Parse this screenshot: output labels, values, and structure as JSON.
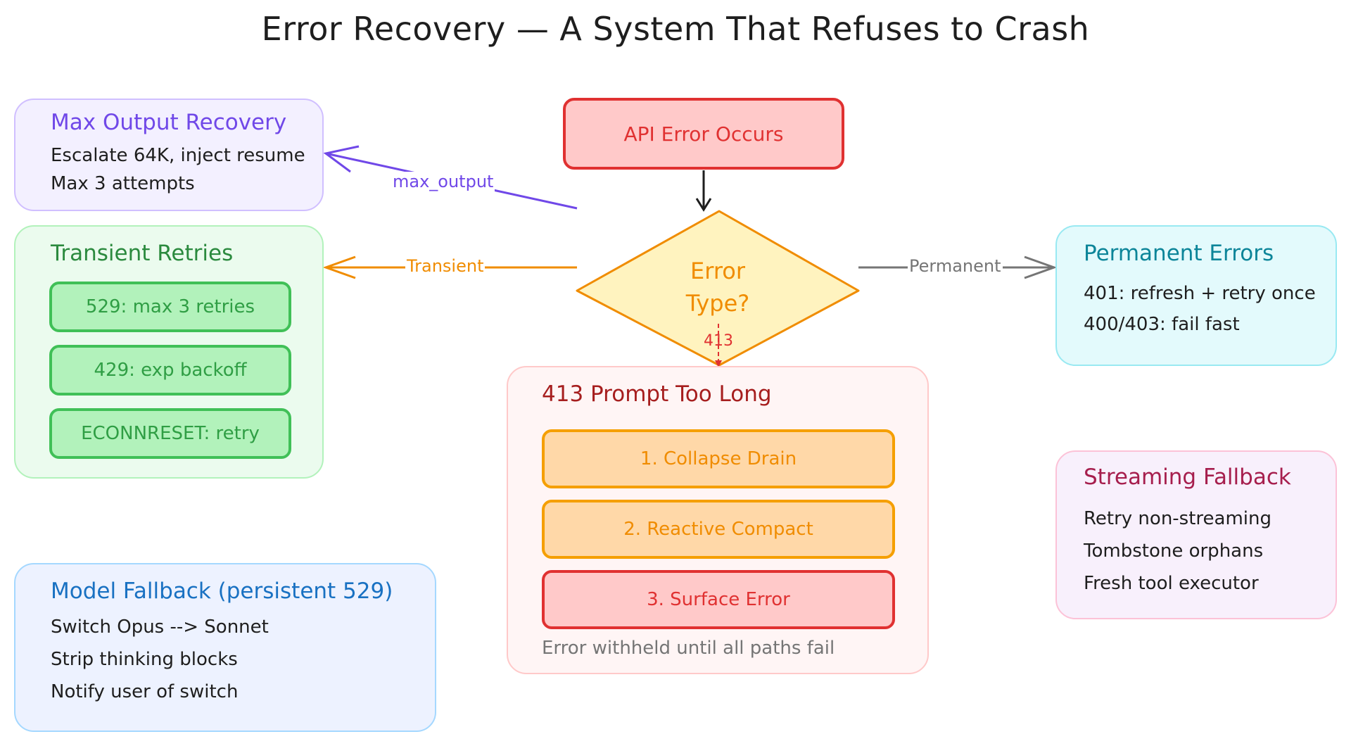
{
  "title": "Error Recovery — A System That Refuses to Crash",
  "nodes": {
    "api_error": "API Error Occurs",
    "decision_line1": "Error",
    "decision_line2": "Type?"
  },
  "edges": {
    "max_output": "max_output",
    "transient": "Transient",
    "permanent": "Permanent",
    "code_413": "413"
  },
  "max_output_panel": {
    "title": "Max Output Recovery",
    "lines": [
      "Escalate 64K, inject resume",
      "Max 3 attempts"
    ]
  },
  "transient_panel": {
    "title": "Transient Retries",
    "items": [
      "529: max 3 retries",
      "429: exp backoff",
      "ECONNRESET: retry"
    ]
  },
  "permanent_panel": {
    "title": "Permanent Errors",
    "lines": [
      "401: refresh + retry once",
      "400/403: fail fast"
    ]
  },
  "prompt_panel": {
    "title": "413 Prompt Too Long",
    "steps": [
      "1. Collapse Drain",
      "2. Reactive Compact",
      "3. Surface Error"
    ],
    "note": "Error withheld until all paths fail"
  },
  "model_fallback_panel": {
    "title": "Model Fallback (persistent 529)",
    "lines": [
      "Switch Opus --> Sonnet",
      "Strip thinking blocks",
      "Notify user of switch"
    ]
  },
  "streaming_panel": {
    "title": "Streaming Fallback",
    "lines": [
      "Retry non-streaming",
      "Tombstone orphans",
      "Fresh tool executor"
    ]
  },
  "colors": {
    "red_stroke": "#e03131",
    "red_fill": "#ffc9c9",
    "yellow_stroke": "#f08c00",
    "yellow_fill": "#ffec99",
    "violet": "#7048e8",
    "violet_fill": "#f3f0ff",
    "green": "#2f9e44",
    "green_fill": "#ebfbee",
    "green_pill": "#b2f2bb",
    "teal": "#0c8599",
    "teal_fill": "#e3fafc",
    "blue": "#1971c2",
    "blue_fill": "#edf2ff",
    "pink": "#a61e4d",
    "pink_fill": "#f8f0fc",
    "orange_fill": "#ffd8a8",
    "gray": "#757575"
  }
}
